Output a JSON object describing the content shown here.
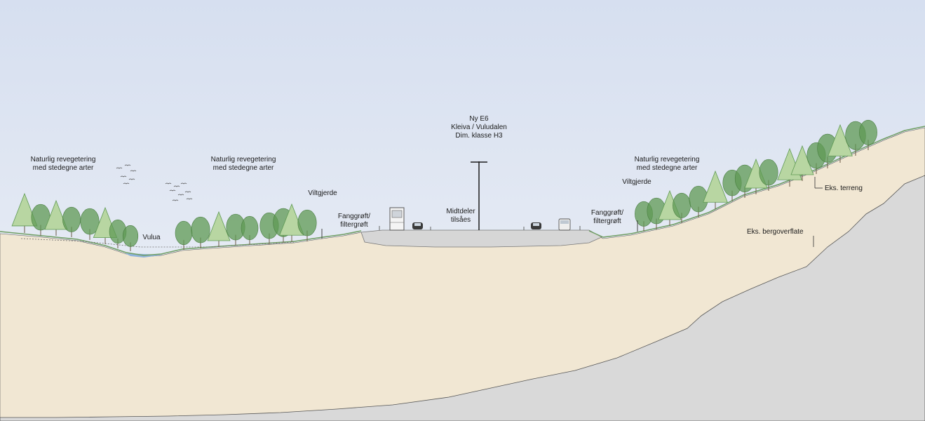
{
  "title": {
    "line1": "Ny E6",
    "line2": "Kleiva / Vuludalen",
    "line3": "Dim. klasse H3"
  },
  "labels": {
    "reveg_left": {
      "line1": "Naturlig revegetering",
      "line2": "med stedegne arter"
    },
    "reveg_mid": {
      "line1": "Naturlig revegetering",
      "line2": "med stedegne arter"
    },
    "reveg_right": {
      "line1": "Naturlig revegetering",
      "line2": "med stedegne arter"
    },
    "vulua": "Vulua",
    "viltgjerde_left": "Viltgjerde",
    "viltgjerde_right": "Viltgjerde",
    "fanggroft_left": {
      "line1": "Fanggrøft/",
      "line2": "filtergrøft"
    },
    "fanggroft_right": {
      "line1": "Fanggrøft/",
      "line2": "filtergrøft"
    },
    "midtdeler": {
      "line1": "Midtdeler",
      "line2": "tilsåes"
    },
    "eks_terreng": "Eks. terreng",
    "eks_bergoverflate": "Eks. bergoverflate"
  },
  "colors": {
    "sky_top": "#d6dff0",
    "sky_bottom": "#eef1f6",
    "soil": "#f1e7d3",
    "bedrock": "#d9d9d9",
    "road": "#d6d6d6",
    "grass_line": "#6f9e62",
    "water": "#8fb3dc",
    "tree_dark": "#5f9a54",
    "tree_light": "#b8d6a2",
    "outline": "#555555"
  }
}
